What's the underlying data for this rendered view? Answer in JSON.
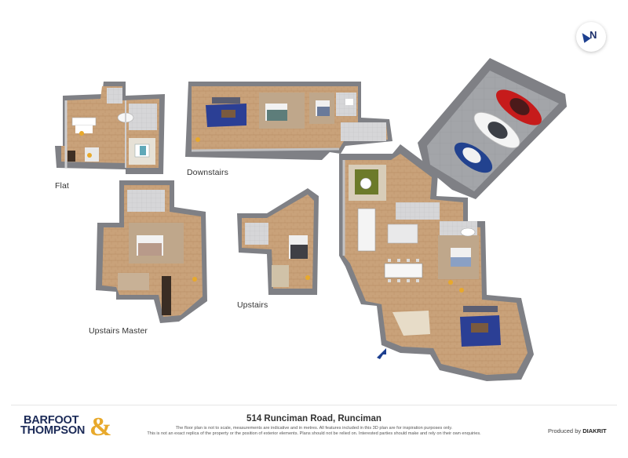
{
  "address": "514 Runciman Road, Runciman",
  "labels": {
    "flat": "Flat",
    "downstairs": "Downstairs",
    "upstairs_master": "Upstairs Master",
    "upstairs": "Upstairs"
  },
  "compass": {
    "letter": "N"
  },
  "brand": {
    "line1": "BARFOOT",
    "line2": "THOMPSON",
    "amp": "&"
  },
  "disclaimer": {
    "line1": "The floor plan is not to scale, measurements are indicative and in metres. All features included in this 3D plan are for inspiration purposes only.",
    "line2": "This is not an exact replica of the property or the position of exterior elements. Plans should not be relied on. Interested parties should make and rely on their own enquiries."
  },
  "producer": {
    "prefix": "Produced by",
    "name": "DIAKRIT"
  },
  "colors": {
    "wall": "#d2d2d4",
    "wall_dark": "#8c8c90",
    "floor_wood": "#c9a27a",
    "floor_tile": "#cfcfd1",
    "garage_floor": "#9a9ca0",
    "rug_blue": "#2b3f95",
    "car_red": "#c61b1b",
    "car_white": "#f4f4f4",
    "car_blue": "#22428f",
    "entry_arrow": "#1c3f8f",
    "brand_navy": "#1b2a57",
    "brand_gold": "#e8a92b"
  }
}
